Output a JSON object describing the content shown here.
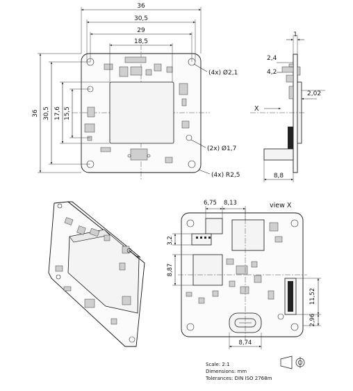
{
  "dimensions": {
    "top": [
      "36",
      "30,5",
      "29",
      "18,5"
    ],
    "left": [
      "36",
      "30,5",
      "17,6",
      "15,5"
    ],
    "callouts": [
      "(4x) Ø2,1",
      "(2x) Ø1,7",
      "(4x) R2,5"
    ],
    "side": [
      "1",
      "2,4",
      "4,2",
      "2,02",
      "8,8"
    ],
    "side_arrow_label": "X",
    "view_x": {
      "title": "view X",
      "values": [
        "6,75",
        "8,13",
        "3,2",
        "8,87",
        "11,52",
        "2,96",
        "8,74"
      ]
    }
  },
  "notes": {
    "scale": "Scale: 2:1",
    "dimensions": "Dimensions: mm",
    "tolerances": "Tolerances: DIN ISO 2768m"
  },
  "projection_symbol": "first-angle-projection-icon"
}
